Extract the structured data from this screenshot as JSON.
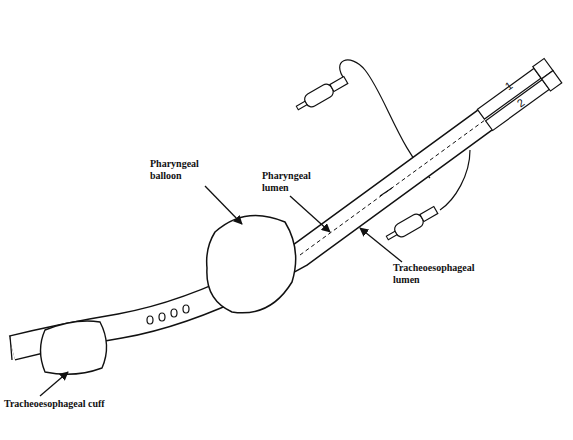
{
  "diagram": {
    "labels": [
      "Pharyngeal lumen",
      "Pharyngeal balloon",
      "Tracheoesophageal lumen",
      "Tracheoesophageal cuff",
      "1",
      "2"
    ]
  }
}
